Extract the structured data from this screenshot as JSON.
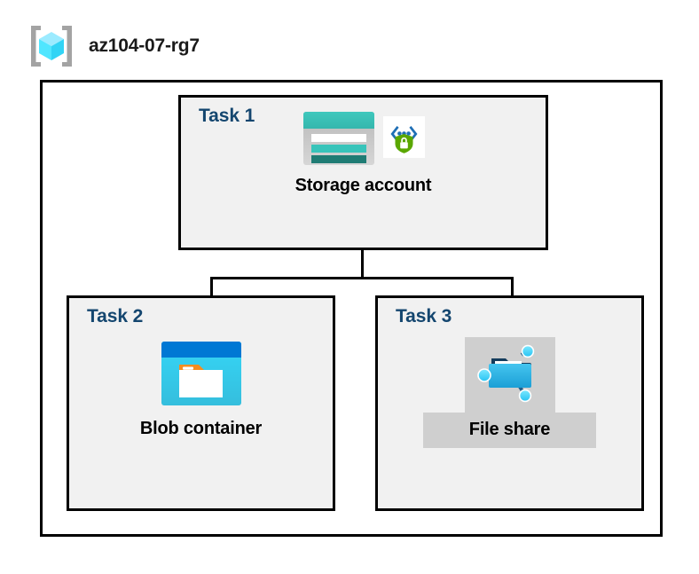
{
  "header": {
    "icon": "resource-group-icon",
    "title": "az104-07-rg7"
  },
  "container": {
    "name": "resource-group-boundary"
  },
  "tasks": [
    {
      "label": "Task 1",
      "caption": "Storage account",
      "icons": [
        "storage-account-icon",
        "secure-transfer-icon"
      ],
      "selected": false
    },
    {
      "label": "Task 2",
      "caption": "Blob container",
      "icons": [
        "blob-container-icon"
      ],
      "selected": false
    },
    {
      "label": "Task 3",
      "caption": "File share",
      "icons": [
        "file-share-icon"
      ],
      "selected": true
    }
  ],
  "connectors": [
    {
      "name": "storage-to-branch"
    },
    {
      "name": "branch-bar"
    },
    {
      "name": "branch-to-blob-container"
    },
    {
      "name": "branch-to-file-share"
    }
  ],
  "colors": {
    "task_label": "#14466f",
    "box_fill": "#f1f1f1",
    "box_border": "#000000",
    "selection_highlight": "#cfcfcf",
    "storage_teal": "#32c8c8",
    "storage_teal_dark": "#1f7c74",
    "blob_blue": "#0078d4",
    "blob_cyan": "#32d4f5",
    "blob_orange": "#f78d1e",
    "shield_green": "#5aa700",
    "cube_cyan": "#50e6ff",
    "bracket_gray": "#a0a0a0",
    "canvas": "#ffffff"
  }
}
